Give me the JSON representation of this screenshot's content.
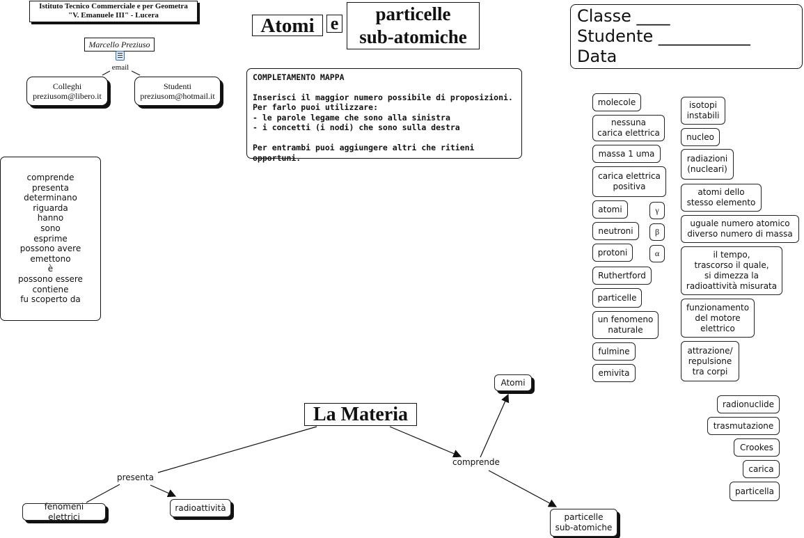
{
  "school": {
    "line1": "Istituto Tecnico Commerciale e per Geometra",
    "line2": "\"V. Emanuele III\" - Lucera"
  },
  "author": {
    "name": "Marcello Preziuso",
    "email_label": "email"
  },
  "contacts": [
    {
      "title": "Colleghi",
      "email": "preziusom@libero.it"
    },
    {
      "title": "Studenti",
      "email": "preziusom@hotmail.it"
    }
  ],
  "title": {
    "word1": "Atomi",
    "word2": "e",
    "word3": "particelle\nsub-atomiche"
  },
  "student_box": {
    "line1": "Classe ____",
    "line2": "Studente ___________",
    "line3": "Data"
  },
  "instructions": {
    "heading": "COMPLETAMENTO MAPPA",
    "body": "Inserisci il maggior numero possibile di proposizioni.\nPer farlo puoi utilizzare:\n- le parole legame che sono alla sinistra\n- i concetti (i nodi) che sono sulla destra\n\nPer entrambi puoi aggiungere altri che ritieni opportuni."
  },
  "link_words": [
    "comprende",
    "presenta",
    "determinano",
    "riguarda",
    "hanno",
    "sono",
    "esprime",
    "possono avere",
    "emettono",
    "è",
    "possono essere",
    "contiene",
    "fu scoperto da"
  ],
  "concepts_col1": [
    "molecole",
    "nessuna\ncarica elettrica",
    "massa 1 uma",
    "carica elettrica\npositiva",
    "atomi",
    "neutroni",
    "protoni",
    "Ruthertford",
    "particelle",
    "un fenomeno\nnaturale",
    "fulmine",
    "emivita"
  ],
  "greek": [
    "γ",
    "β",
    "α"
  ],
  "concepts_col2": [
    "isotopi\ninstabili",
    "nucleo",
    "radiazioni\n(nucleari)",
    "atomi dello\nstesso elemento",
    "uguale numero atomico\ndiverso numero di massa",
    "il tempo,\ntrascorso il quale,\nsi dimezza la\nradioattività misurata",
    "funzionamento\ndel motore\nelettrico",
    "attrazione/\nrepulsione\ntra corpi"
  ],
  "concepts_col3": [
    "radionuclide",
    "trasmutazione",
    "Crookes",
    "carica",
    "particella"
  ],
  "map": {
    "root": "La Materia",
    "link_presenta": "presenta",
    "link_comprende": "comprende",
    "node_fenomeni": "fenomeni elettrici",
    "node_radioattivita": "radioattività",
    "node_atomi": "Atomi",
    "node_particelle": "particelle\nsub-atomiche"
  },
  "colors": {
    "border": "#222222",
    "background": "#ffffff",
    "text": "#111111"
  }
}
